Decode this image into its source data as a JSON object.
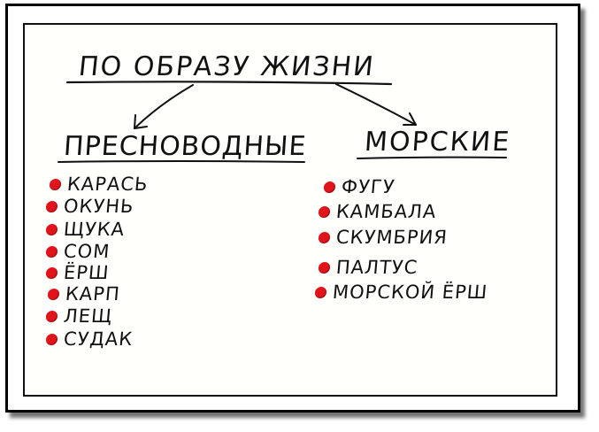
{
  "title": "ПО ОБРАЗУ ЖИЗНИ",
  "categories": [
    {
      "label": "ПРЕСНОВОДНЫЕ",
      "items": [
        "КАРАСЬ",
        "ОКУНЬ",
        "ЩУКА",
        "СОМ",
        "ЁРШ",
        "КАРП",
        "ЛЕЩ",
        "СУДАК"
      ]
    },
    {
      "label": "МОРСКИЕ",
      "items": [
        "ФУГУ",
        "КАМБАЛА",
        "СКУМБРИЯ",
        "ПАЛТУС",
        "МОРСКОЙ ЁРШ"
      ]
    }
  ],
  "colors": {
    "bullet": "#e0141a",
    "ink": "#111111"
  }
}
